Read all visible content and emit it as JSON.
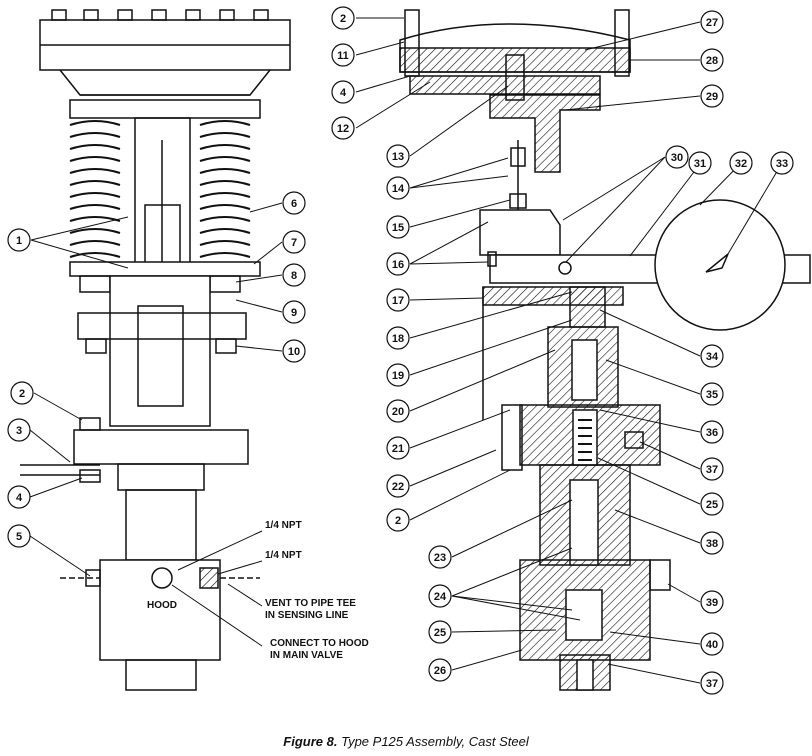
{
  "caption": {
    "figure_label": "Figure 8.",
    "title": "Type P125 Assembly, Cast Steel"
  },
  "left_view": {
    "callouts": [
      "1",
      "2",
      "3",
      "4",
      "5",
      "6",
      "7",
      "8",
      "9",
      "10"
    ],
    "notes": {
      "npt_top": "1/4 NPT",
      "npt_bottom": "1/4 NPT",
      "hood": "HOOD",
      "vent_line1": "VENT TO PIPE TEE",
      "vent_line2": "IN SENSING LINE",
      "connect_line1": "CONNECT TO HOOD",
      "connect_line2": "IN MAIN VALVE"
    }
  },
  "right_view": {
    "callouts_left": [
      "2",
      "11",
      "4",
      "12",
      "13",
      "14",
      "15",
      "16",
      "17",
      "18",
      "19",
      "20",
      "21",
      "22",
      "2",
      "23",
      "24",
      "25",
      "26"
    ],
    "callouts_right": [
      "27",
      "28",
      "29",
      "30",
      "31",
      "32",
      "33",
      "34",
      "35",
      "36",
      "37",
      "25",
      "38",
      "39",
      "40",
      "37"
    ]
  },
  "colors": {
    "line": "#111111",
    "background": "#ffffff"
  }
}
